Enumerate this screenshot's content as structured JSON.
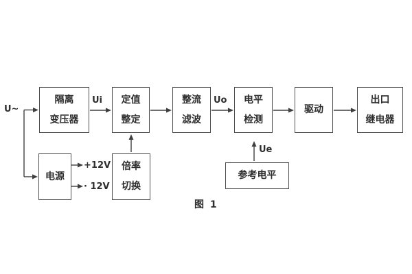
{
  "figure": {
    "caption": "图 1"
  },
  "labels": {
    "input": "U~",
    "ui": "Ui",
    "uo": "Uo",
    "ue": "Ue",
    "plus12v": "+12V",
    "minus12v": "· 12V"
  },
  "blocks": {
    "isolation_transformer": {
      "line1": "隔离",
      "line2": "变压器"
    },
    "setpoint_setting": {
      "line1": "定值",
      "line2": "整定"
    },
    "rectifier_filter": {
      "line1": "整流",
      "line2": "滤波"
    },
    "level_detection": {
      "line1": "电平",
      "line2": "检测"
    },
    "driver": {
      "line1": "驱动"
    },
    "output_relay": {
      "line1": "出口",
      "line2": "继电器"
    },
    "power_supply": {
      "line1": "电源"
    },
    "ratio_switch": {
      "line1": "倍率",
      "line2": "切换"
    },
    "reference_level": {
      "line1": "参考电平"
    }
  },
  "colors": {
    "background": "#ffffff",
    "line": "#3f3f3f",
    "text": "#2d2d2d"
  }
}
